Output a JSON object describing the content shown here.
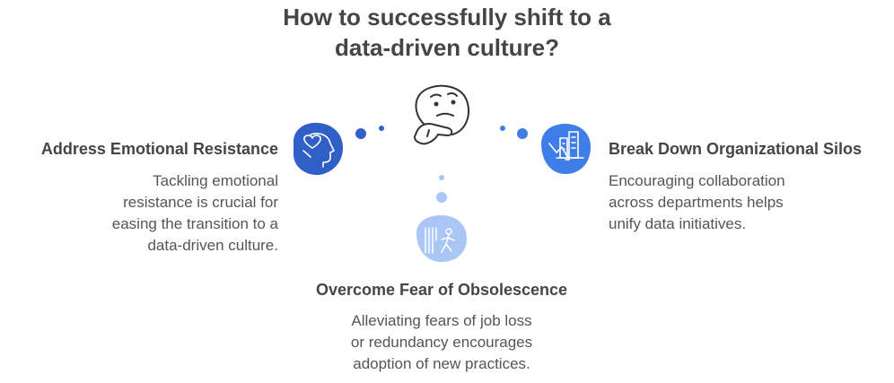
{
  "title": {
    "line1": "How to successfully shift to a",
    "line2": "data-driven culture?"
  },
  "branches": [
    {
      "heading": "Address Emotional Resistance",
      "description": [
        "Tackling emotional",
        "resistance is crucial for",
        "easing the transition to a",
        "data-driven culture."
      ],
      "icon": "heart-head-icon",
      "color": "#2f5fc7"
    },
    {
      "heading": "Break Down Organizational Silos",
      "description": [
        "Encouraging collaboration",
        "across departments helps",
        "unify data initiatives."
      ],
      "icon": "chart-buildings-icon",
      "color": "#3f7ee8"
    },
    {
      "heading": "Overcome Fear of Obsolescence",
      "description": [
        "Alleviating fears of job loss",
        "or redundancy encourages",
        "adoption of new practices."
      ],
      "icon": "person-walking-away-icon",
      "color": "#a9c6f5"
    }
  ],
  "center_icon": "thinking-face-icon"
}
